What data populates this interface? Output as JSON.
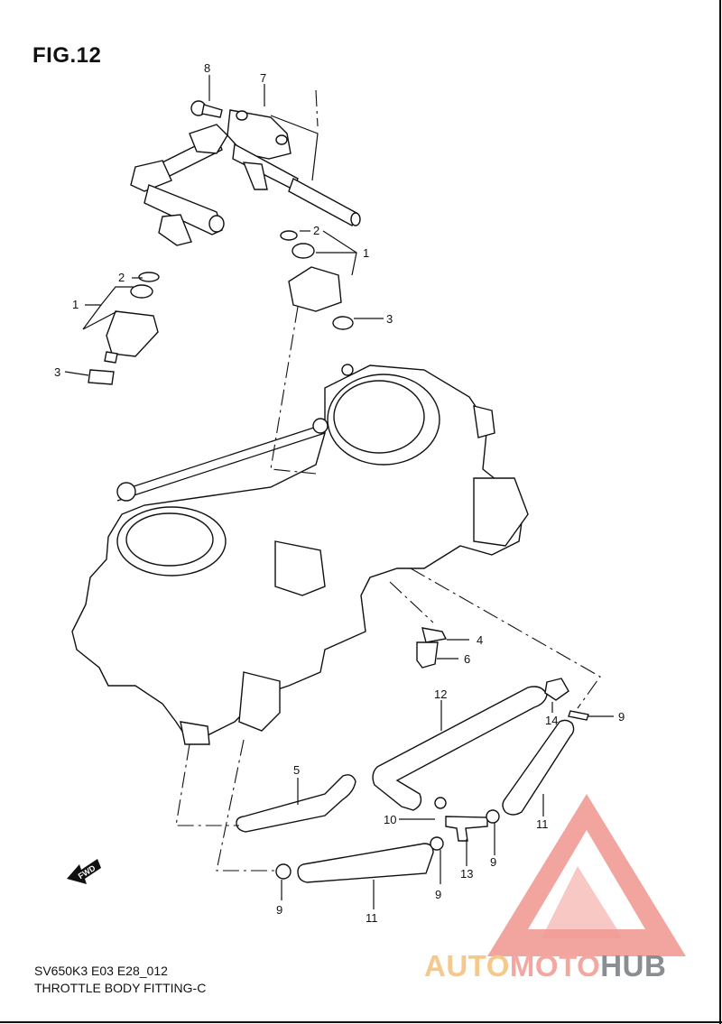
{
  "figure": {
    "title": "FIG.12",
    "model_code": "SV650K3 E03 E28_012",
    "section_name": "THROTTLE BODY FITTING-C",
    "fwd_label": "FWD"
  },
  "callouts": [
    {
      "id": "c8",
      "label": "8"
    },
    {
      "id": "c7",
      "label": "7"
    },
    {
      "id": "c2a",
      "label": "2"
    },
    {
      "id": "c1a",
      "label": "1"
    },
    {
      "id": "c3a",
      "label": "3"
    },
    {
      "id": "c2b",
      "label": "2"
    },
    {
      "id": "c1b",
      "label": "1"
    },
    {
      "id": "c3b",
      "label": "3"
    },
    {
      "id": "c4",
      "label": "4"
    },
    {
      "id": "c6",
      "label": "6"
    },
    {
      "id": "c12",
      "label": "12"
    },
    {
      "id": "c14",
      "label": "14"
    },
    {
      "id": "c9a",
      "label": "9"
    },
    {
      "id": "c5",
      "label": "5"
    },
    {
      "id": "c10",
      "label": "10"
    },
    {
      "id": "c11a",
      "label": "11"
    },
    {
      "id": "c13",
      "label": "13"
    },
    {
      "id": "c9b",
      "label": "9"
    },
    {
      "id": "c9c",
      "label": "9"
    },
    {
      "id": "c9d",
      "label": "9"
    },
    {
      "id": "c11b",
      "label": "11"
    }
  ],
  "watermark": {
    "part1": "AUTO",
    "part2": "MOTO",
    "part3": "HUB",
    "triangle_color": "#f19a93",
    "accent_colors": [
      "#f5c98c",
      "#f4a7a0",
      "#8a8d91"
    ]
  }
}
